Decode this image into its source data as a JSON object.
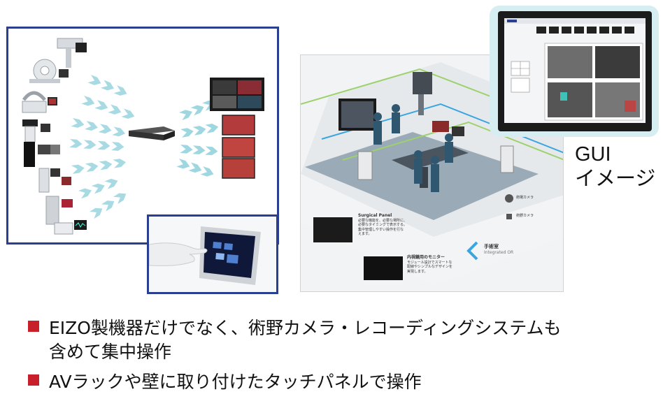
{
  "gui_label": {
    "line1": "GUI",
    "line2": "イメージ"
  },
  "bullets": [
    {
      "line1": "EIZO製機器だけでなく、術野カメラ・レコーディングシステムも",
      "line2": "含めて集中操作"
    },
    {
      "line1": "AVラックや壁に取り付けたタッチパネルで操作"
    }
  ],
  "or_panel": {
    "surgical_panel": {
      "title": "Surgical Panel",
      "text": [
        "必要な機能を、必要な場所に、",
        "必要なタイミングで表示する。",
        "集中管理しやすい操作を行な",
        "えます。"
      ]
    },
    "monitor_caption": {
      "title": "内視鏡用のモニター",
      "text": [
        "モジュール設計でスマートな",
        "配線やシンプルなデザインを",
        "実現します。"
      ]
    },
    "room": {
      "jp": "手術室",
      "en": "Integrated OR"
    },
    "camera1": "術場カメラ",
    "camera2": "術野カメラ"
  },
  "colors": {
    "frame": "#2a3f8f",
    "bullet": "#c8202b",
    "chevron": "#8fd1dd",
    "bubble": "#d6eef2"
  }
}
